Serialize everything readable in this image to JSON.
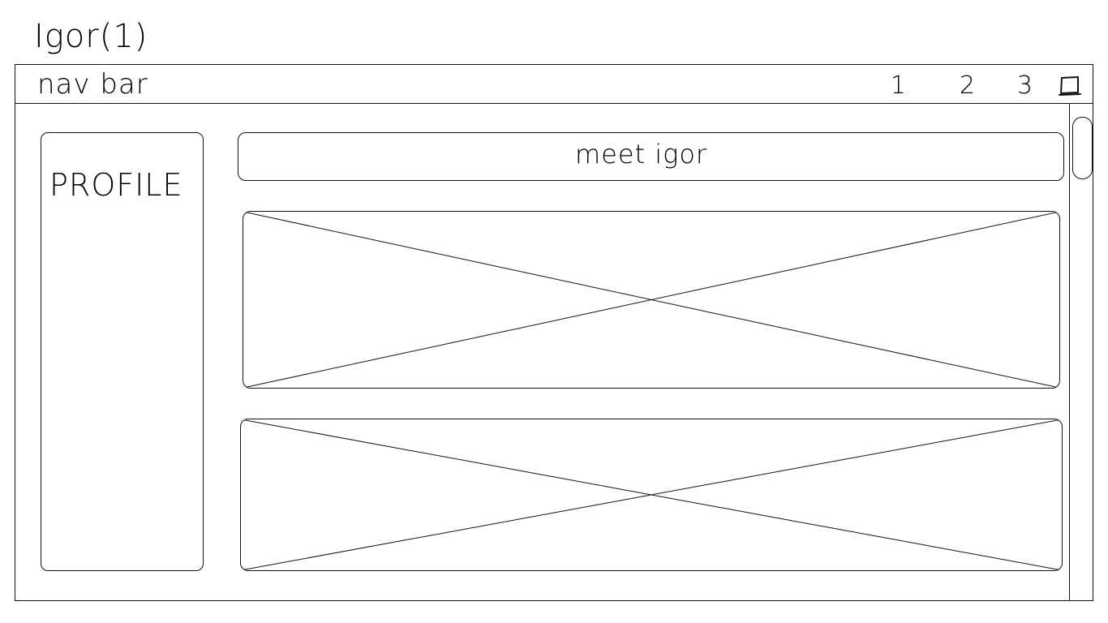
{
  "sketch_title": "Igor(1)",
  "navbar": {
    "label": "nav bar",
    "links": [
      "1",
      "2",
      "3"
    ],
    "menu_icon": "square-icon"
  },
  "sidebar": {
    "label": "PROFILE"
  },
  "header": {
    "label": "meet igor"
  },
  "media": [
    {
      "placeholder": "image-placeholder-icon"
    },
    {
      "placeholder": "image-placeholder-icon"
    }
  ]
}
